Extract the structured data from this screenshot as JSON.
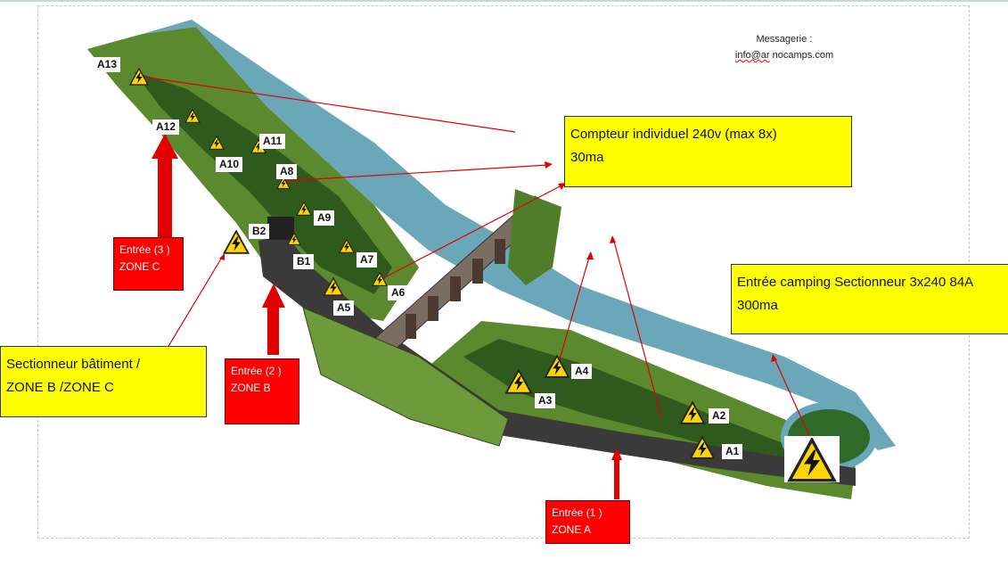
{
  "messagerie": {
    "title": "Messagerie :",
    "email_user": "info@ar",
    "email_domain": " nocamps.com"
  },
  "boxes": {
    "compteur": {
      "line1": "Compteur individuel 240v (max 8x)",
      "line2": "30ma"
    },
    "entree_camping": {
      "line1": "Entrée camping Sectionneur 3x240 84A",
      "line2": "300ma"
    },
    "sectionneur_batiment": {
      "line1": "Sectionneur bâtiment /",
      "line2": "ZONE B /ZONE C"
    }
  },
  "entrances": {
    "e1": {
      "line1": "Entrée (1 )",
      "line2": "ZONE A"
    },
    "e2": {
      "line1": "Entrée (2 )",
      "line2": "ZONE B"
    },
    "e3": {
      "line1": "Entrée (3 )",
      "line2": "ZONE C"
    }
  },
  "points": {
    "A1": "A1",
    "A2": "A2",
    "A3": "A3",
    "A4": "A4",
    "A5": "A5",
    "A6": "A6",
    "A7": "A7",
    "A8": "A8",
    "A9": "A9",
    "A10": "A10",
    "A11": "A11",
    "A12": "A12",
    "A13": "A13",
    "B1": "B1",
    "B2": "B2"
  },
  "colors": {
    "yellow": "#ffff00",
    "red": "#ff0000",
    "water": "#6aa7b8",
    "grass": "#5b8a2e",
    "dark_grass": "#2f5a1e",
    "arrow": "#e00000",
    "pavement": "#3a3a3a"
  }
}
